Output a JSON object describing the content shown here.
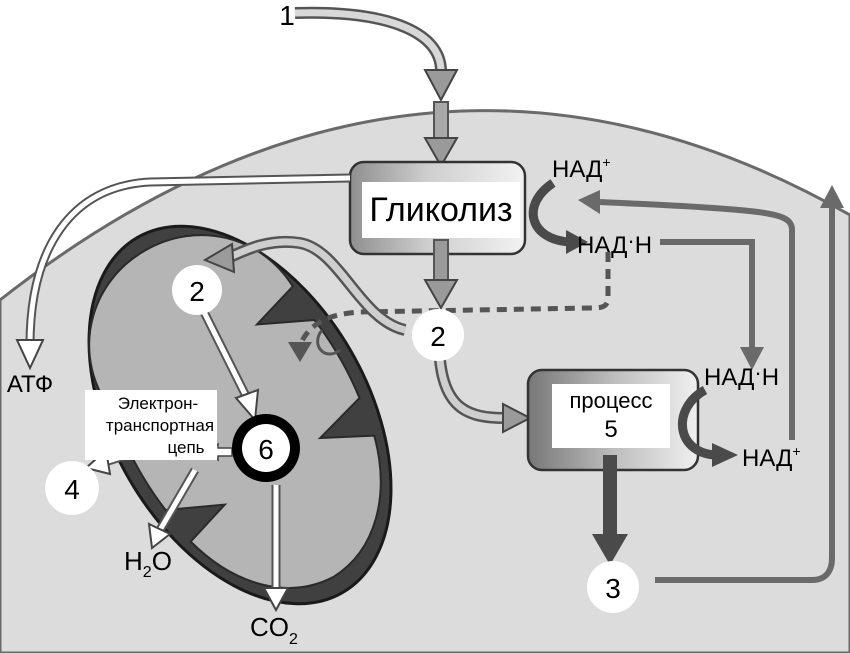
{
  "labels": {
    "glycolysis": "Гликолиз",
    "atp": "АТФ",
    "process5_line1": "процесс",
    "process5_line2": "5",
    "electron_chain_line1": "Электрон-",
    "electron_chain_line2": "транспортная",
    "electron_chain_line3": "цепь",
    "nad_plus_base": "НАД",
    "nad_plus_sup": "+",
    "nadh_a": "НАД",
    "nadh_dot": "·",
    "nadh_b": "Н",
    "water_h": "H",
    "water_sub": "2",
    "water_o": "O",
    "co2_base": "CO",
    "co2_sub": "2"
  },
  "markers": {
    "m1": "1",
    "m2_mito": "2",
    "m2_cyto": "2",
    "m3": "3",
    "m4": "4",
    "m6": "6"
  }
}
